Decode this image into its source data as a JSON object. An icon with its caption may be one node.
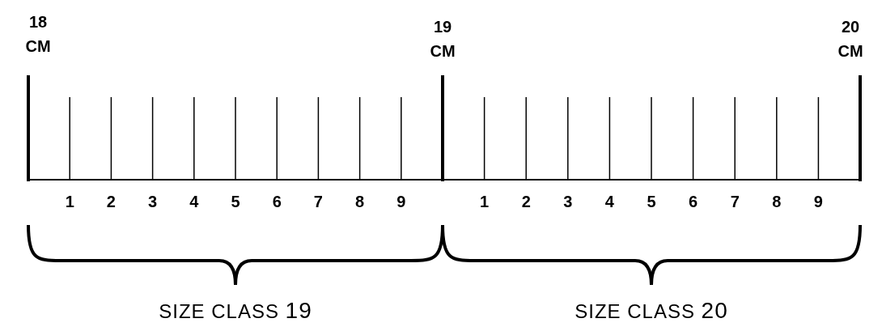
{
  "diagram": {
    "labels": [
      "18 CM",
      "19 CM",
      "20 CM",
      "1",
      "2",
      "3",
      "4",
      "5",
      "6",
      "7",
      "8",
      "9",
      "1",
      "2",
      "3",
      "4",
      "5",
      "6",
      "7",
      "8",
      "9",
      "SIZE CLASS **19**",
      "SIZE CLASS **20**"
    ]
  }
}
